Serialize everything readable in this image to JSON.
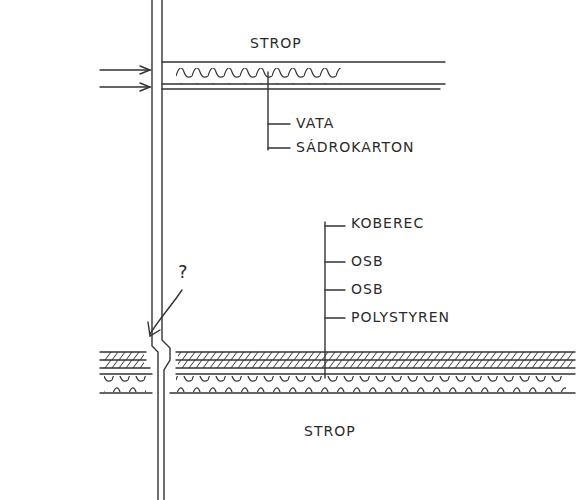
{
  "diagram": {
    "labels": [
      "STROP",
      "VATA",
      "SÁDROKARTON",
      "KOBEREC",
      "OSB",
      "OSB",
      "POLYSTYREN",
      "?",
      "STROP"
    ]
  }
}
